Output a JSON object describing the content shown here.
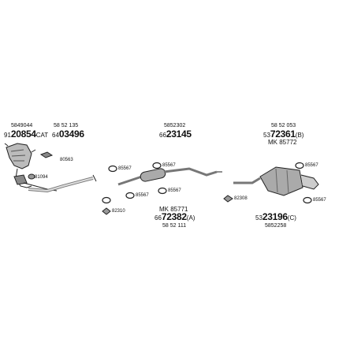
{
  "parts": {
    "p5849044": "5849044",
    "p91": {
      "pre": "91",
      "big": "20854",
      "suf": "CAT"
    },
    "p5852135": "58 52 135",
    "p64": {
      "pre": "64",
      "big": "03496"
    },
    "p5852302": "5852302",
    "p66a": {
      "pre": "66",
      "big": "23145"
    },
    "p5852053": "58 52 053",
    "p53a": {
      "pre": "53",
      "big": "72361",
      "suf": "(B)"
    },
    "mk85772": "MK  85772",
    "mk85771": "MK  85771",
    "p66b": {
      "pre": "66",
      "big": "72382",
      "suf": "(A)"
    },
    "p5852111": "58 52 111",
    "p53b": {
      "pre": "53",
      "big": "23196",
      "suf": "(C)"
    },
    "p5852258": "5852258"
  },
  "tags": {
    "t80563": "80563",
    "t81094": "81094",
    "t85567a": "85567",
    "t85567b": "85567",
    "t85567c": "85567",
    "t85567d": "85567",
    "t85567e": "85567",
    "t85567f": "85567",
    "t82310": "82310",
    "t82308": "82308"
  }
}
